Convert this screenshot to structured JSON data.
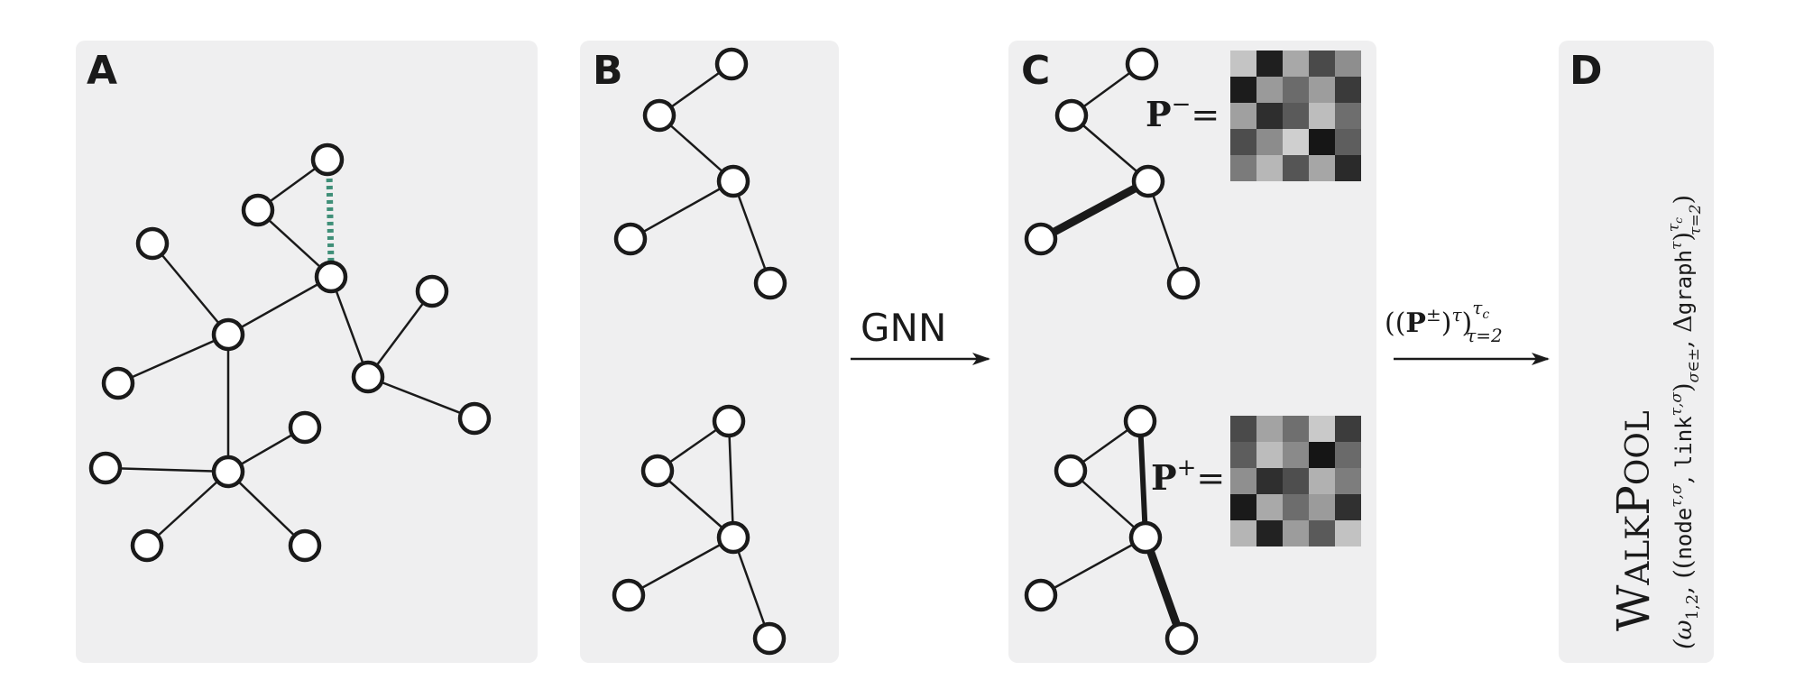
{
  "panels": {
    "a": {
      "label": "A"
    },
    "b": {
      "label": "B"
    },
    "c": {
      "label": "C"
    },
    "d": {
      "label": "D"
    }
  },
  "gnn_arrow": {
    "label": "GNN"
  },
  "walk_arrow": {
    "label_open": "((",
    "label_P": "P",
    "label_pm": "±",
    "label_close": ")",
    "label_tau": "τ",
    "label_close2": ")",
    "label_sup": "τ",
    "label_sup_sub": "c",
    "label_sub": "τ=2"
  },
  "matrices": {
    "minus": {
      "label_P": "P",
      "label_sign": "−",
      "label_eq": "=",
      "cells": [
        [
          "#c4c4c4",
          "#1f1f1f",
          "#a8a8a8",
          "#4a4a4a",
          "#8e8e8e"
        ],
        [
          "#1c1c1c",
          "#9a9a9a",
          "#6b6b6b",
          "#9d9d9d",
          "#3a3a3a"
        ],
        [
          "#a0a0a0",
          "#2e2e2e",
          "#5a5a5a",
          "#bdbdbd",
          "#6e6e6e"
        ],
        [
          "#4d4d4d",
          "#8c8c8c",
          "#cfcfcf",
          "#161616",
          "#5e5e5e"
        ],
        [
          "#7b7b7b",
          "#b7b7b7",
          "#555555",
          "#a6a6a6",
          "#2a2a2a"
        ]
      ]
    },
    "plus": {
      "label_P": "P",
      "label_sign": "+",
      "label_eq": "=",
      "cells": [
        [
          "#4a4a4a",
          "#a3a3a3",
          "#6f6f6f",
          "#c9c9c9",
          "#3c3c3c"
        ],
        [
          "#5d5d5d",
          "#bcbcbc",
          "#8a8a8a",
          "#151515",
          "#6a6a6a"
        ],
        [
          "#8f8f8f",
          "#2f2f2f",
          "#4e4e4e",
          "#b1b1b1",
          "#7d7d7d"
        ],
        [
          "#1a1a1a",
          "#a9a9a9",
          "#6d6d6d",
          "#9b9b9b",
          "#303030"
        ],
        [
          "#b5b5b5",
          "#222222",
          "#9c9c9c",
          "#5a5a5a",
          "#c2c2c2"
        ]
      ]
    }
  },
  "walkpool": {
    "title_cap1": "W",
    "title_small1": "ALK",
    "title_cap2": "P",
    "title_small2": "OOL",
    "formula_open": "(ω",
    "formula_omega_sub": "1,2",
    "formula_sep1": ", ((",
    "formula_node": "node",
    "formula_node_sup": "τ,σ",
    "formula_sep2": ", ",
    "formula_link": "link",
    "formula_link_sup": "τ,σ",
    "formula_close1": ")",
    "formula_sigma_sub": "σ∈±",
    "formula_sep3": ", Δ",
    "formula_graph": "graph",
    "formula_graph_sup": "τ",
    "formula_close2": ")",
    "formula_tau_sup": "τ",
    "formula_tau_sup_sub": "c",
    "formula_tau_sub": "τ=2",
    "formula_close3": ")"
  },
  "colors": {
    "panel_bg": "#efeff0",
    "stroke": "#1a1a1a",
    "target_link": "#3f8f78"
  }
}
